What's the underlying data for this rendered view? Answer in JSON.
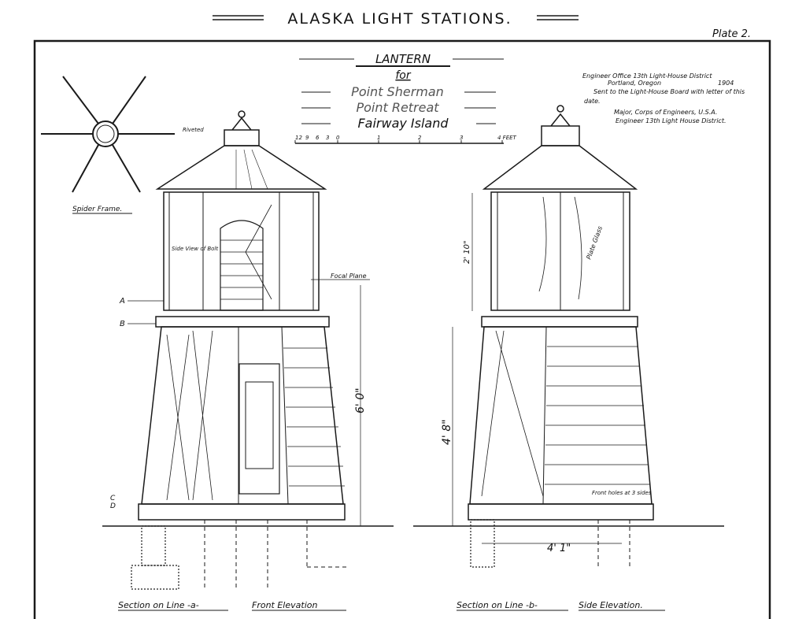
{
  "sheet": {
    "title": "ALASKA LIGHT STATIONS.",
    "plate": "Plate 2."
  },
  "heading": {
    "main": "LANTERN",
    "for": "for",
    "stations": [
      "Point Sherman",
      "Point Retreat",
      "Fairway Island"
    ],
    "scale_labels": [
      "12",
      "9",
      "6",
      "3",
      "0",
      "1",
      "2",
      "3",
      "4 FEET"
    ]
  },
  "note": {
    "line1": "Engineer Office 13th Light-House District",
    "line2": "Portland, Oregon",
    "year": "1904",
    "line3": "Sent to the Light-House Board with letter of this",
    "line4": "date.",
    "sign1": "Major, Corps of Engineers, U.S.A.",
    "sign2": "Engineer 13th Light House District."
  },
  "spider": {
    "label": "Spider Frame.",
    "riveted": "Riveted"
  },
  "front": {
    "side_view_label": "Side View of Bolt",
    "focal_plane": "Focal Plane",
    "mark_a": "A",
    "mark_b": "B",
    "mark_c": "C",
    "mark_d": "D",
    "height_dim": "6' 0\"",
    "caption_section": "Section on Line -a-",
    "caption_elevation": "Front Elevation"
  },
  "side": {
    "glass_label": "Plate Glass",
    "dim_upper": "2' 10\"",
    "dim_lower": "4' 8\"",
    "dim_width": "4' 1\"",
    "holes_note": "Front holes at 3 sides",
    "caption_section": "Section on Line -b-",
    "caption_elevation": "Side Elevation."
  },
  "colors": {
    "ink": "#1a1a1a",
    "paper": "#ffffff"
  }
}
